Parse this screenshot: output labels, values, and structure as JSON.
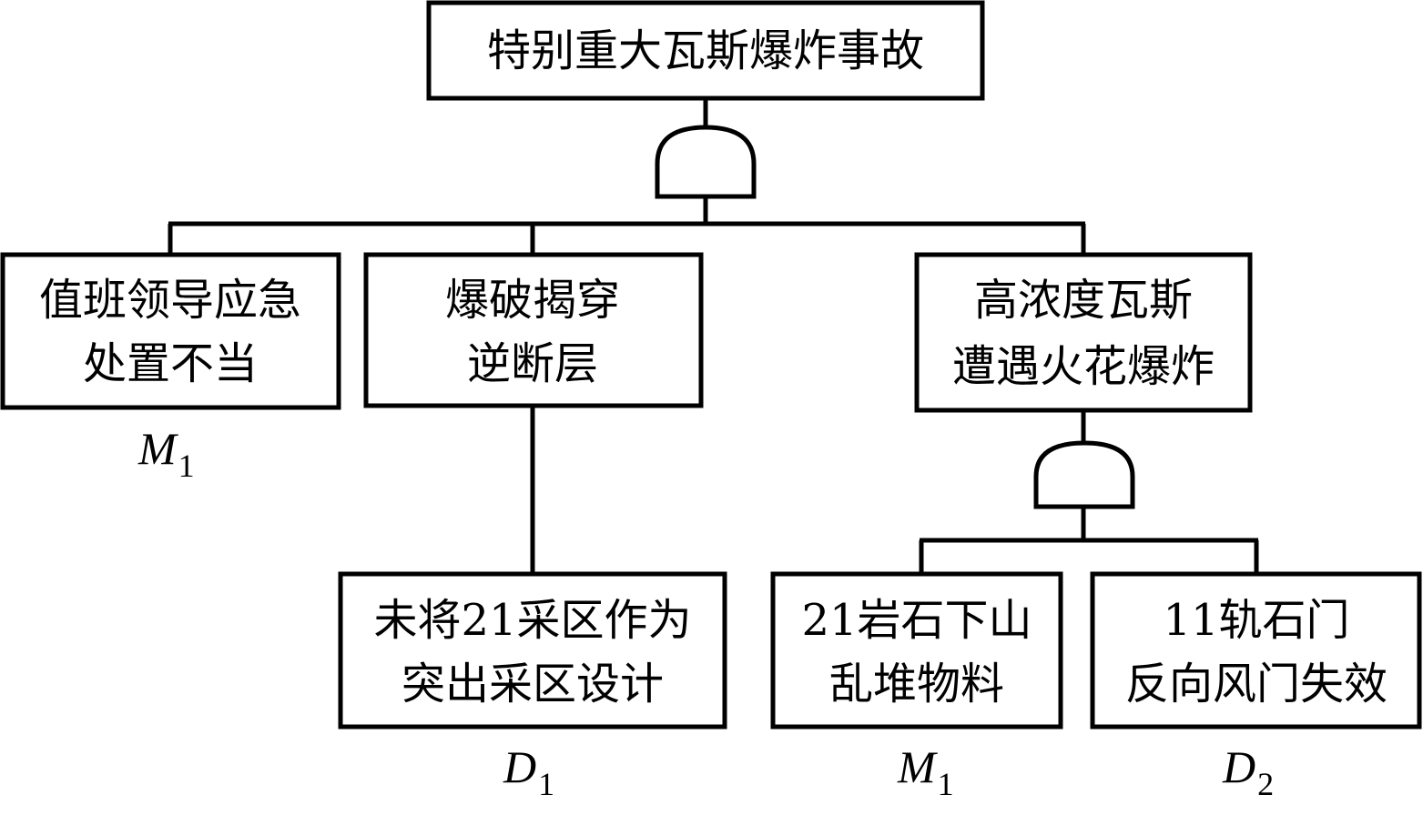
{
  "nodes": {
    "top": {
      "lines": [
        "特别重大瓦斯爆炸事故"
      ]
    },
    "duty_leader": {
      "lines": [
        "值班领导应急",
        "处置不当"
      ],
      "symbol": "M",
      "subscript": "1"
    },
    "blasting": {
      "lines": [
        "爆破揭穿",
        "逆断层"
      ]
    },
    "high_gas": {
      "lines": [
        "高浓度瓦斯",
        "遭遇火花爆炸"
      ]
    },
    "design": {
      "lines": [
        "未将21采区作为",
        "突出采区设计"
      ],
      "symbol": "D",
      "subscript": "1"
    },
    "debris": {
      "lines": [
        "21岩石下山",
        "乱堆物料"
      ],
      "symbol": "M",
      "subscript": "1"
    },
    "door": {
      "lines": [
        "11轨石门",
        "反向风门失效"
      ],
      "symbol": "D",
      "subscript": "2"
    }
  }
}
